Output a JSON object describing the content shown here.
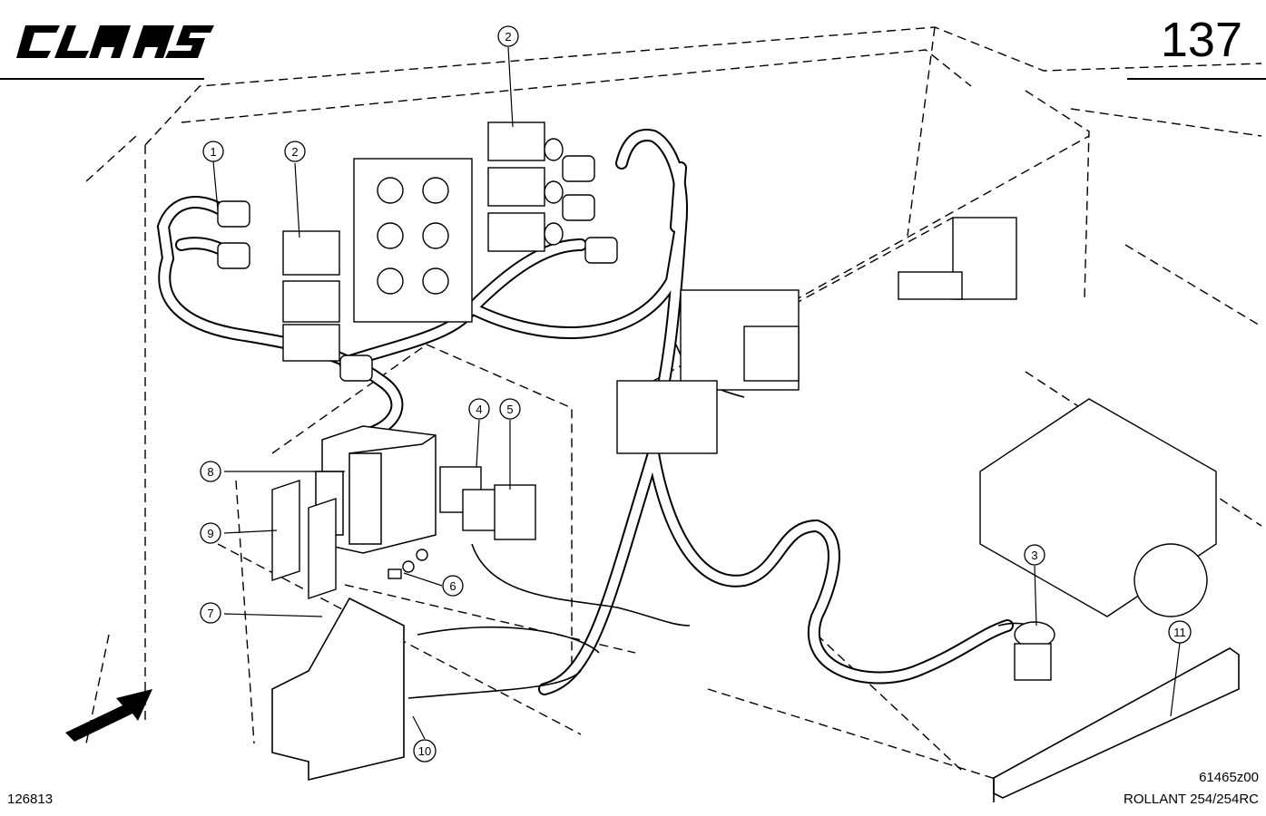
{
  "brand": {
    "name": "CLAAS",
    "logo_icon": "claas-logo"
  },
  "page_number": "137",
  "document_number": "126813",
  "drawing_reference": "61465z00",
  "model": "ROLLANT 254/254RC",
  "callouts": [
    {
      "id": "1",
      "label": "1"
    },
    {
      "id": "2a",
      "label": "2"
    },
    {
      "id": "2b",
      "label": "2"
    },
    {
      "id": "3",
      "label": "3"
    },
    {
      "id": "4",
      "label": "4"
    },
    {
      "id": "5",
      "label": "5"
    },
    {
      "id": "6",
      "label": "6"
    },
    {
      "id": "7",
      "label": "7"
    },
    {
      "id": "8",
      "label": "8"
    },
    {
      "id": "9",
      "label": "9"
    },
    {
      "id": "10",
      "label": "10"
    },
    {
      "id": "11",
      "label": "11"
    }
  ],
  "direction_icon": "arrow-forward-icon"
}
